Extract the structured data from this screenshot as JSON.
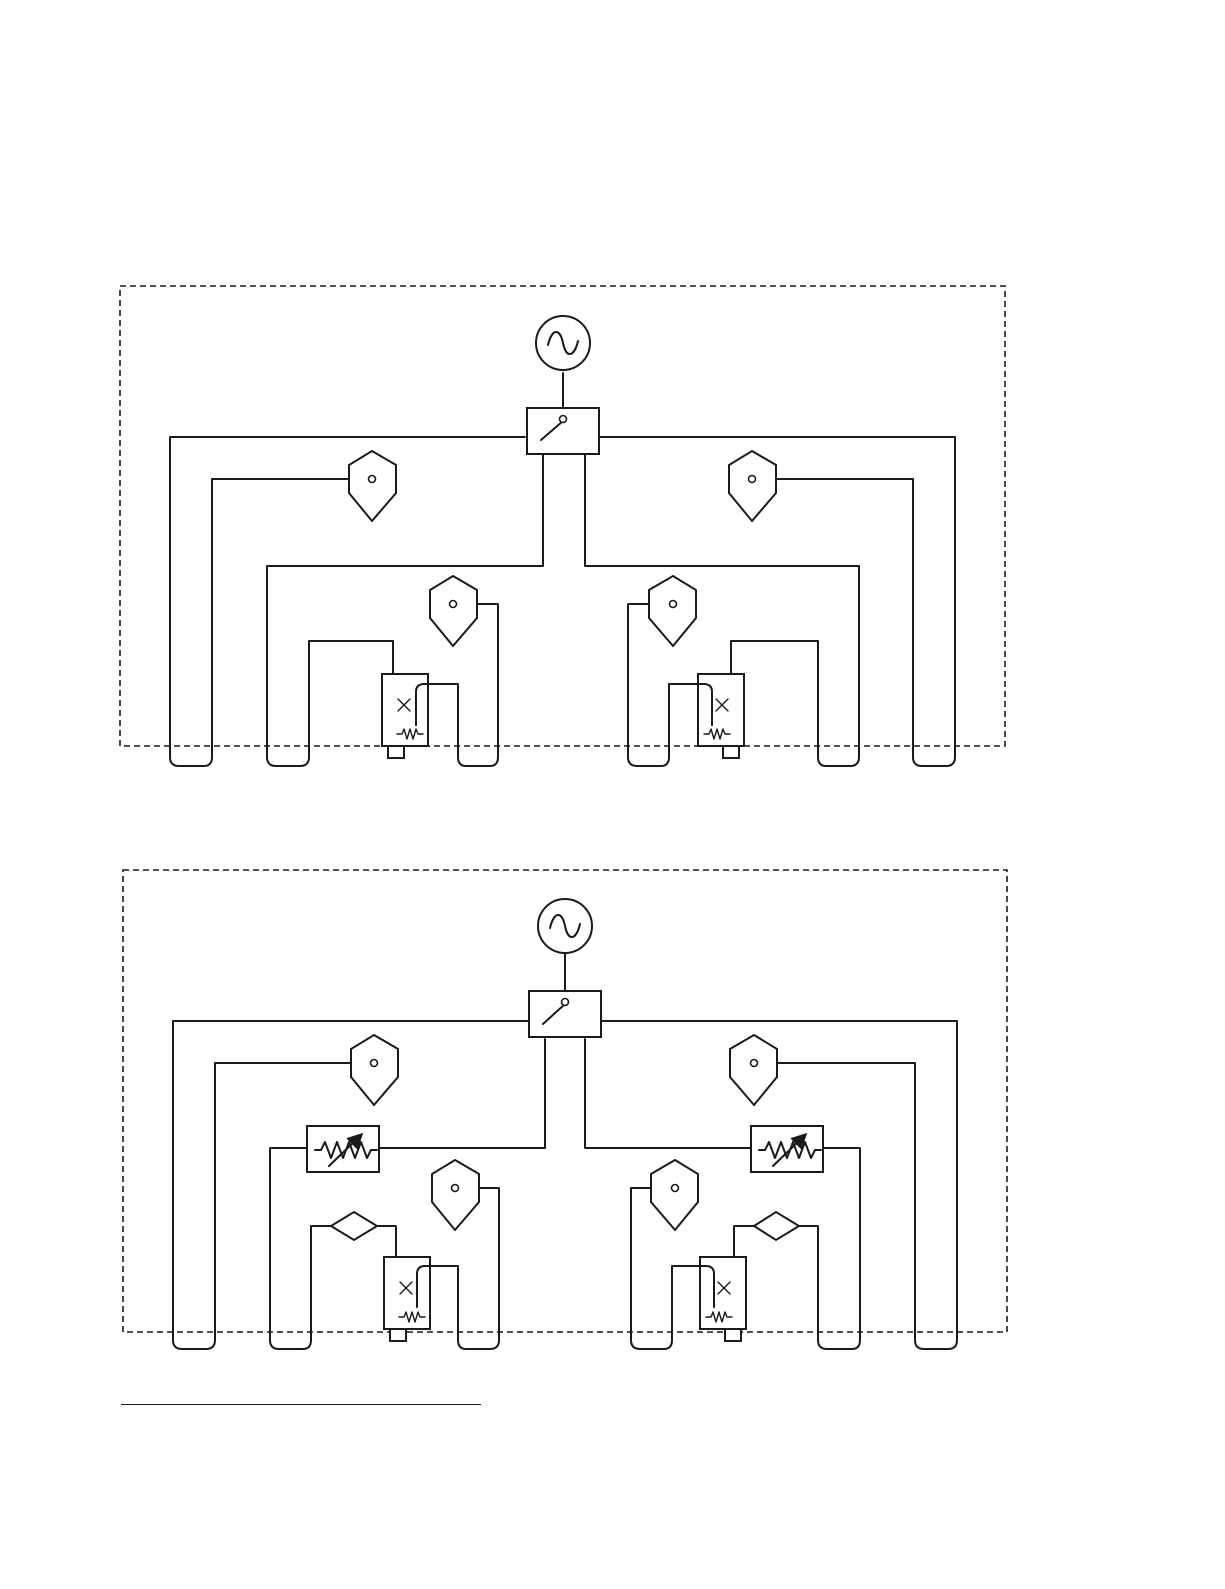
{
  "diagrams": [
    {
      "id": "upper-circuit",
      "components": [
        "ac-source",
        "switch",
        "sensor",
        "sensor",
        "sensor",
        "sensor",
        "test-cell",
        "test-cell"
      ]
    },
    {
      "id": "lower-circuit",
      "components": [
        "ac-source",
        "switch",
        "sensor",
        "sensor",
        "sensor",
        "sensor",
        "variable-resistor",
        "variable-resistor",
        "diamond-valve",
        "diamond-valve",
        "test-cell",
        "test-cell"
      ]
    }
  ],
  "colors": {
    "line": "#1a1a1a",
    "background": "#ffffff"
  },
  "icons": {
    "source": "ac-source-icon",
    "switch": "switch-icon",
    "sensor": "hexagon-sensor-icon",
    "cell": "test-cell-icon",
    "resistor": "variable-resistor-icon",
    "valve": "diamond-valve-icon"
  }
}
